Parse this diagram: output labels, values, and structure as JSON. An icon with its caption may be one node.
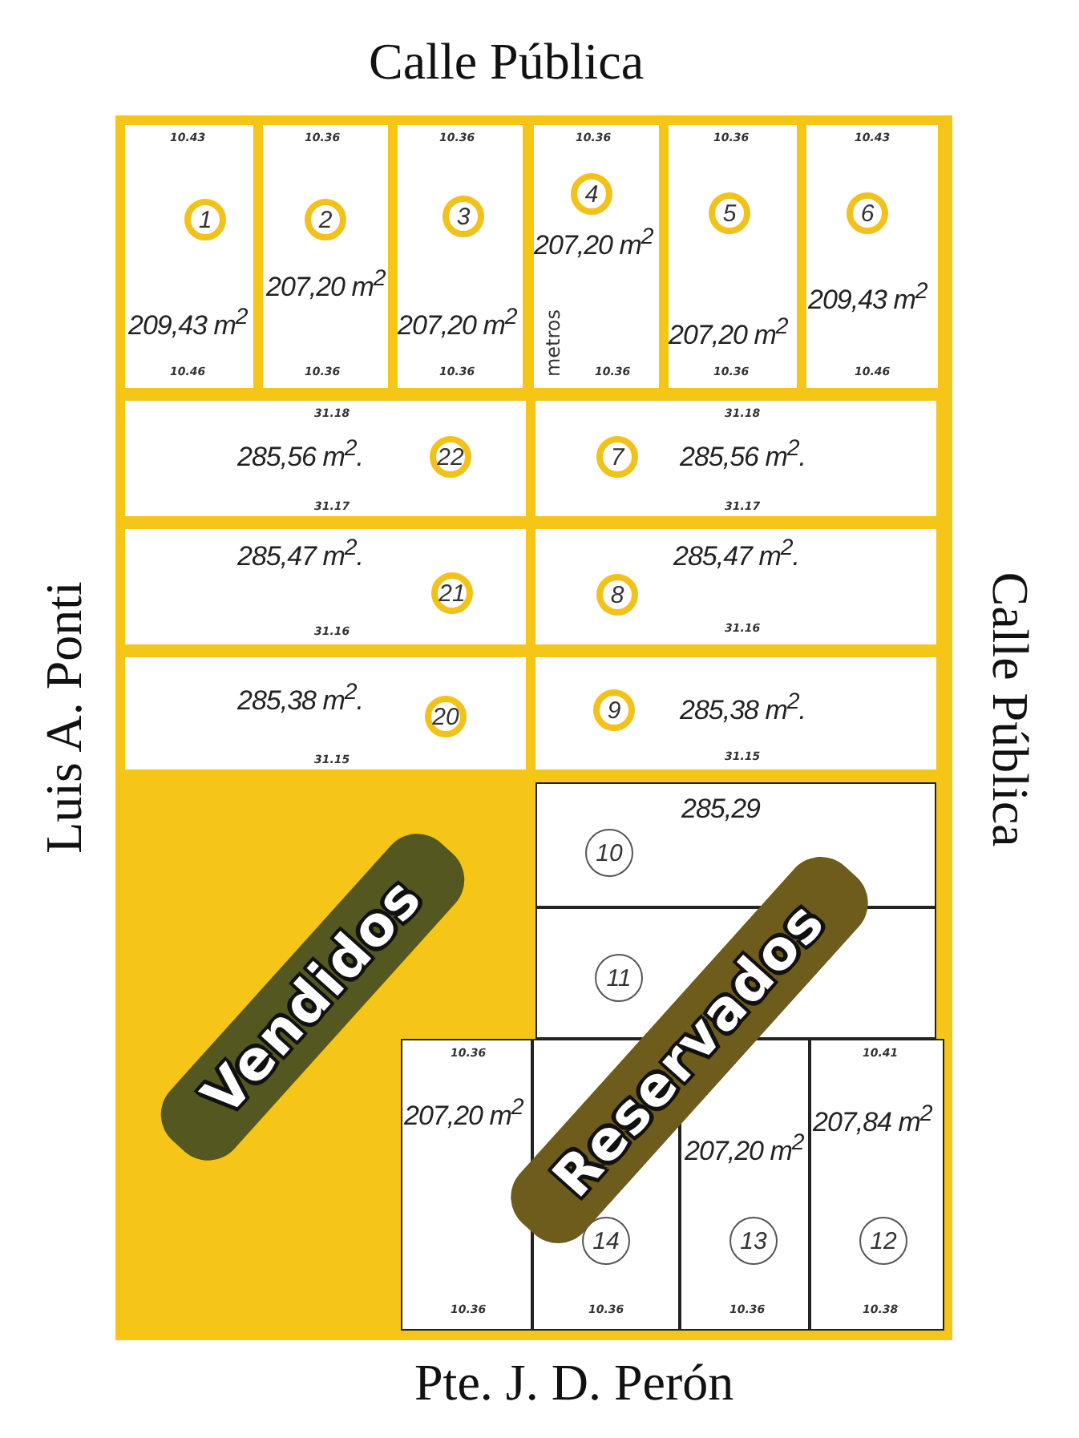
{
  "diagram": {
    "nodes": [
      {
        "text": [
          "10.43",
          "1",
          "209,43 m$^{2}$",
          "10.46"
        ]
      },
      {
        "text": [
          "10.36",
          "2",
          "207,20 m$^{2}$",
          "10.36"
        ]
      },
      {
        "text": [
          "10.36",
          "3",
          "207,20 m$^{2}$",
          "10.36"
        ]
      },
      {
        "text": [
          "10.36",
          "4",
          "207,20 m$^{2}$",
          "10.36"
        ]
      },
      {
        "text": [
          "10.36",
          "5",
          "207,20 m$^{2}$",
          "10.36"
        ]
      },
      {
        "text": [
          "10.43",
          "6",
          "209,43 m$^{2}$",
          "10.46"
        ]
      },
      {
        "text": [
          "31.18",
          "285,56 m$^{2}$.",
          "22",
          "31.17"
        ]
      },
      {
        "text": [
          "31.18",
          "7",
          "285,56 m$^{2}$.",
          "31.17"
        ]
      },
      {
        "text": [
          "285,47 m$^{2}$.",
          "21",
          "31.16"
        ]
      },
      {
        "text": [
          "285,47 m$^{2}$.",
          "8",
          "31.16"
        ]
      },
      {
        "text": [
          "285,38 m$^{2}$.",
          "20",
          "31.15"
        ]
      },
      {
        "text": [
          "9",
          "285,38 m$^{2}$.",
          "31.15"
        ]
      },
      {
        "text": [
          "285,29",
          "10"
        ]
      },
      {
        "text": [
          "11"
        ]
      },
      {
        "text": [
          "10.36",
          "207,20 m$^{2}$",
          "10.36"
        ]
      },
      {
        "text": [
          "14",
          "10.36"
        ]
      },
      {
        "text": [
          "207,20 m$^{2}$",
          "13",
          "10.36"
        ]
      },
      {
        "text": [
          "10.41",
          "207,84 m$^{2}$",
          "12",
          "10.38"
        ]
      }
    ],
    "labels": [
      "Calle Pública",
      "Luis A. Ponti",
      "Calle Pública",
      "Pte. J. D. Perón",
      "metros",
      "Vendidos",
      "Reservados"
    ]
  }
}
